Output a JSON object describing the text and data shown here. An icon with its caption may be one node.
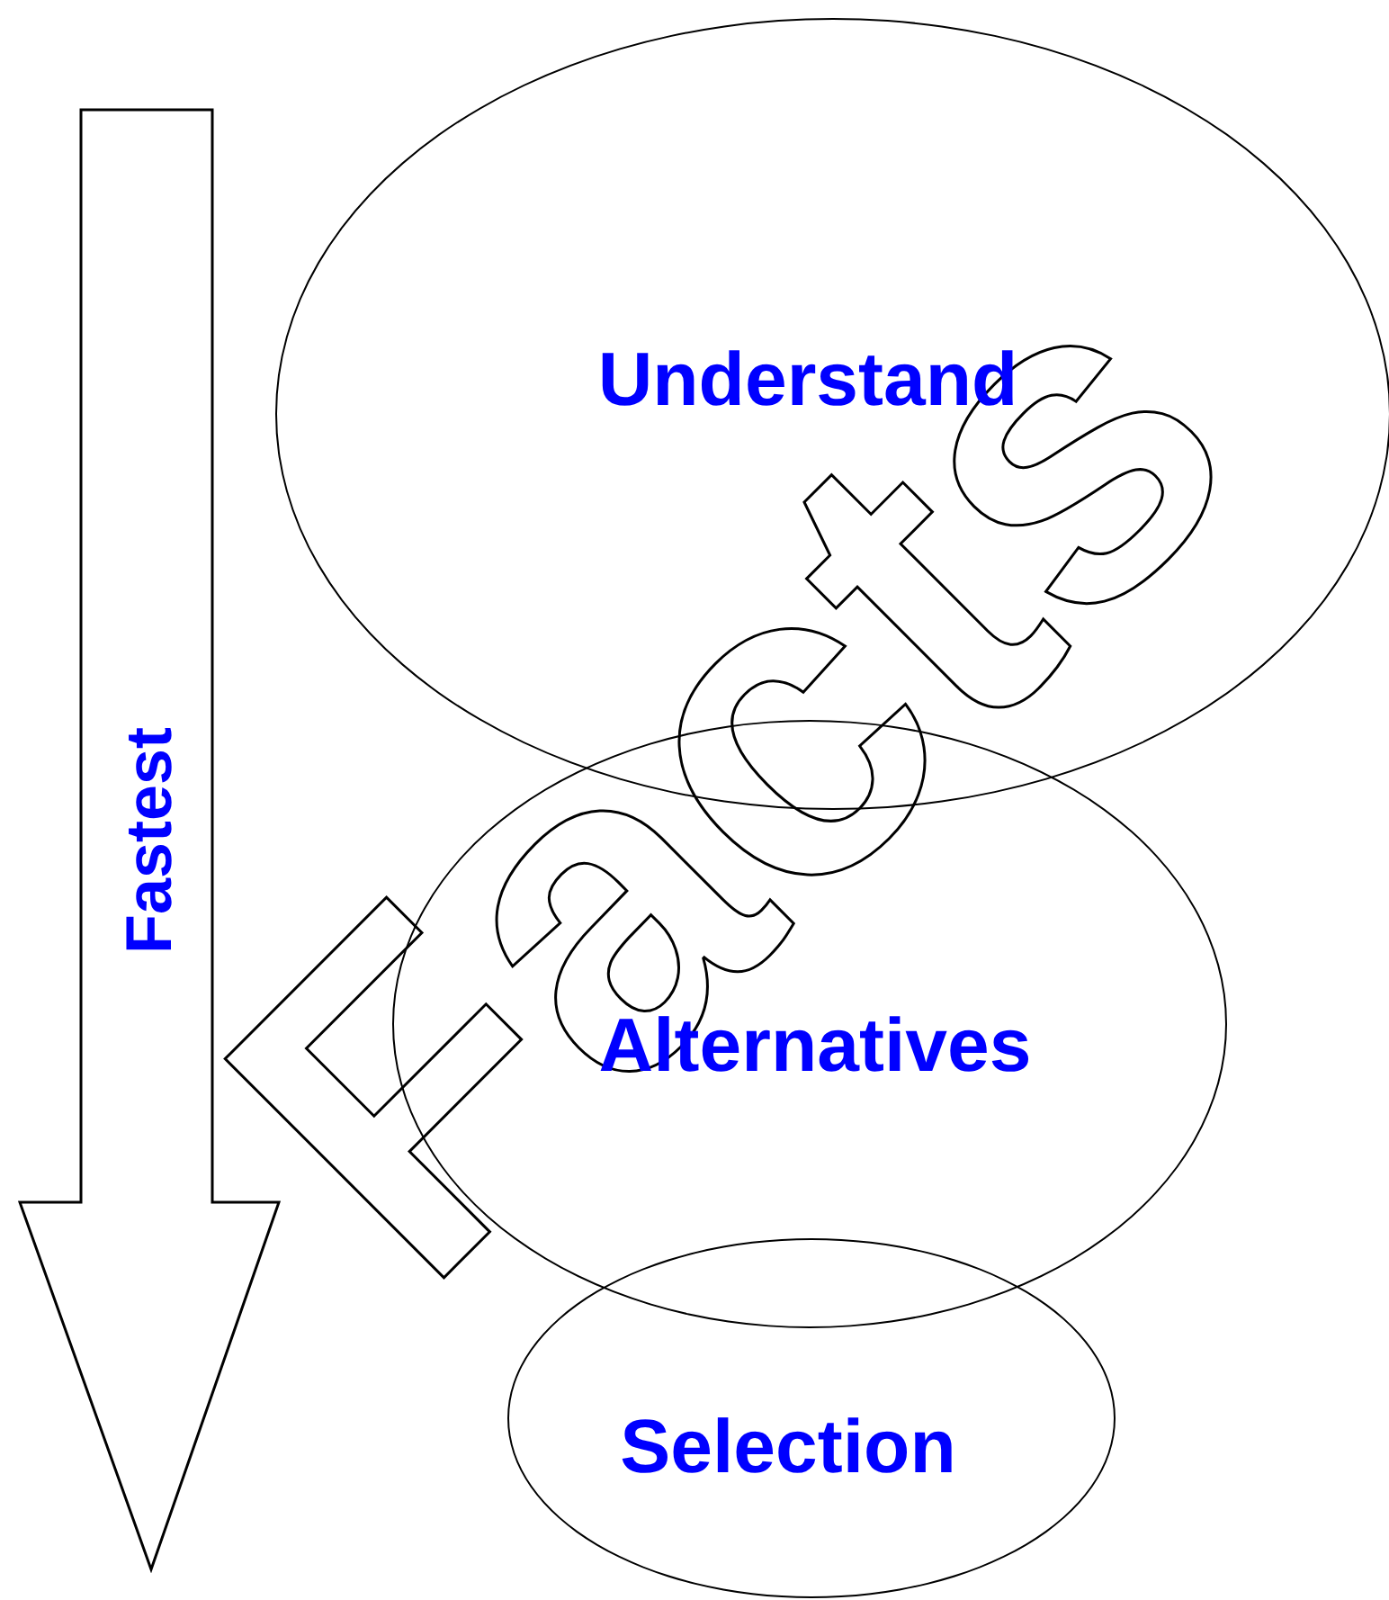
{
  "diagram": {
    "nodes": [
      {
        "text": [
          "Fastest"
        ]
      },
      {
        "text": [
          "Understand"
        ]
      },
      {
        "text": [
          "Alternatives"
        ]
      },
      {
        "text": [
          "Selection"
        ]
      }
    ],
    "labels": [
      "Facts"
    ]
  }
}
